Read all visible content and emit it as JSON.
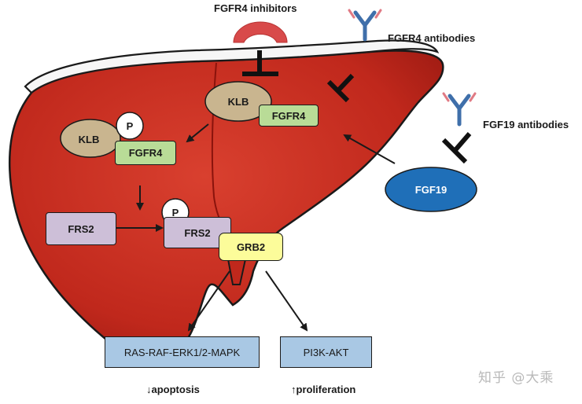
{
  "labels": {
    "fgfr4_inhibitors": "FGFR4 inhibitors",
    "fgfr4_antibodies": "FGFR4 antibodies",
    "fgf19_antibodies": "FGF19 antibodies"
  },
  "nodes": {
    "klb_top": "KLB",
    "fgfr4_top": "FGFR4",
    "klb_left": "KLB",
    "phospho_klb": "P",
    "fgfr4_left": "FGFR4",
    "frs2": "FRS2",
    "phospho_frs2": "P",
    "frs2_p": "FRS2",
    "grb2": "GRB2",
    "fgf19": "FGF19"
  },
  "pathways": {
    "mapk": "RAS-RAF-ERK1/2-MAPK",
    "pi3k": "PI3K-AKT"
  },
  "outcomes": {
    "apoptosis": "↓apoptosis",
    "proliferation": "↑proliferation"
  },
  "watermark": "知乎 @大乘",
  "colors": {
    "liver": "#c0281c",
    "liver_dark": "#8a130c",
    "klb": "#c9b58f",
    "fgfr4": "#b9dc97",
    "frs2": "#cdbfd8",
    "grb2": "#fcfc9a",
    "fgf19": "#1f6fb8",
    "pathway": "#a9c8e4",
    "inhibitor": "#d84a4a",
    "antibody_blue": "#3f6faa",
    "antibody_red": "#e07a84"
  }
}
